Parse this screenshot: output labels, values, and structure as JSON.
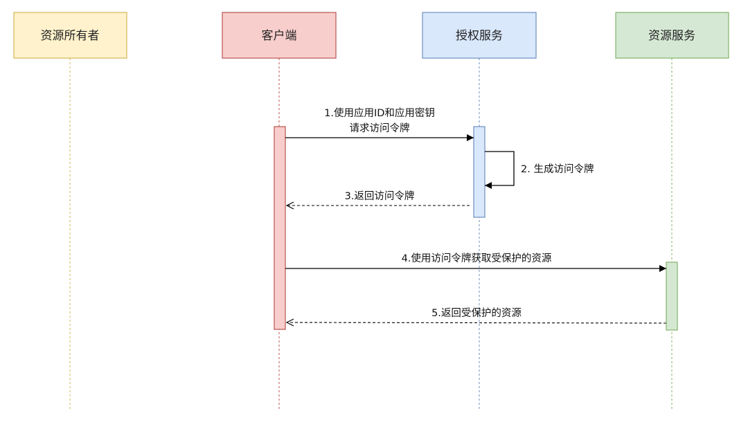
{
  "participants": [
    {
      "id": "owner",
      "label": "资源所有者",
      "fill": "#fff2cc",
      "stroke": "#d6b656"
    },
    {
      "id": "client",
      "label": "客户端",
      "fill": "#f8cecc",
      "stroke": "#b85450"
    },
    {
      "id": "auth",
      "label": "授权服务",
      "fill": "#dae8fc",
      "stroke": "#6c8ebf"
    },
    {
      "id": "resource",
      "label": "资源服务",
      "fill": "#d5e8d4",
      "stroke": "#82b366"
    }
  ],
  "messages": [
    {
      "id": "m1",
      "from": "client",
      "to": "auth",
      "style": "solid",
      "lines": [
        "1.使用应用ID和应用密钥",
        "请求访问令牌"
      ]
    },
    {
      "id": "m2",
      "from": "auth",
      "to": "auth",
      "style": "self",
      "lines": [
        "2. 生成访问令牌"
      ]
    },
    {
      "id": "m3",
      "from": "auth",
      "to": "client",
      "style": "dashed",
      "lines": [
        "3.返回访问令牌"
      ]
    },
    {
      "id": "m4",
      "from": "client",
      "to": "resource",
      "style": "solid",
      "lines": [
        "4.使用访问令牌获取受保护的资源"
      ]
    },
    {
      "id": "m5",
      "from": "resource",
      "to": "client",
      "style": "dashed",
      "lines": [
        "5.返回受保护的资源"
      ]
    }
  ]
}
